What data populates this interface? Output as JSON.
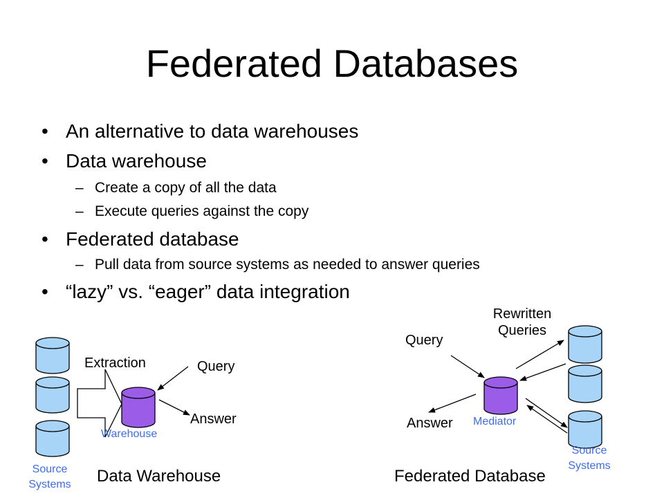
{
  "title": "Federated Databases",
  "bullets": [
    {
      "text": "An alternative to data warehouses",
      "subs": []
    },
    {
      "text": "Data warehouse",
      "subs": [
        "Create a copy of all the data",
        "Execute queries against the copy"
      ]
    },
    {
      "text": "Federated database",
      "subs": [
        "Pull data from source systems as needed to answer queries"
      ]
    },
    {
      "text": "“lazy” vs. “eager” data integration",
      "subs": []
    }
  ],
  "bullet_mark": "•",
  "sub_mark": "–",
  "colors": {
    "source_cylinder": "#a8d4f8",
    "store_cylinder": "#9b5ce8",
    "label_blue": "#3c6cf0"
  },
  "left_diagram": {
    "extraction_label": "Extraction",
    "query_label": "Query",
    "answer_label": "Answer",
    "warehouse_label": "Warehouse",
    "source_label_line1": "Source",
    "source_label_line2": "Systems",
    "caption": "Data Warehouse"
  },
  "right_diagram": {
    "query_label": "Query",
    "rewritten_line1": "Rewritten",
    "rewritten_line2": "Queries",
    "answer_label": "Answer",
    "mediator_label": "Mediator",
    "source_label_line1": "Source",
    "source_label_line2": "Systems",
    "caption": "Federated Database"
  }
}
